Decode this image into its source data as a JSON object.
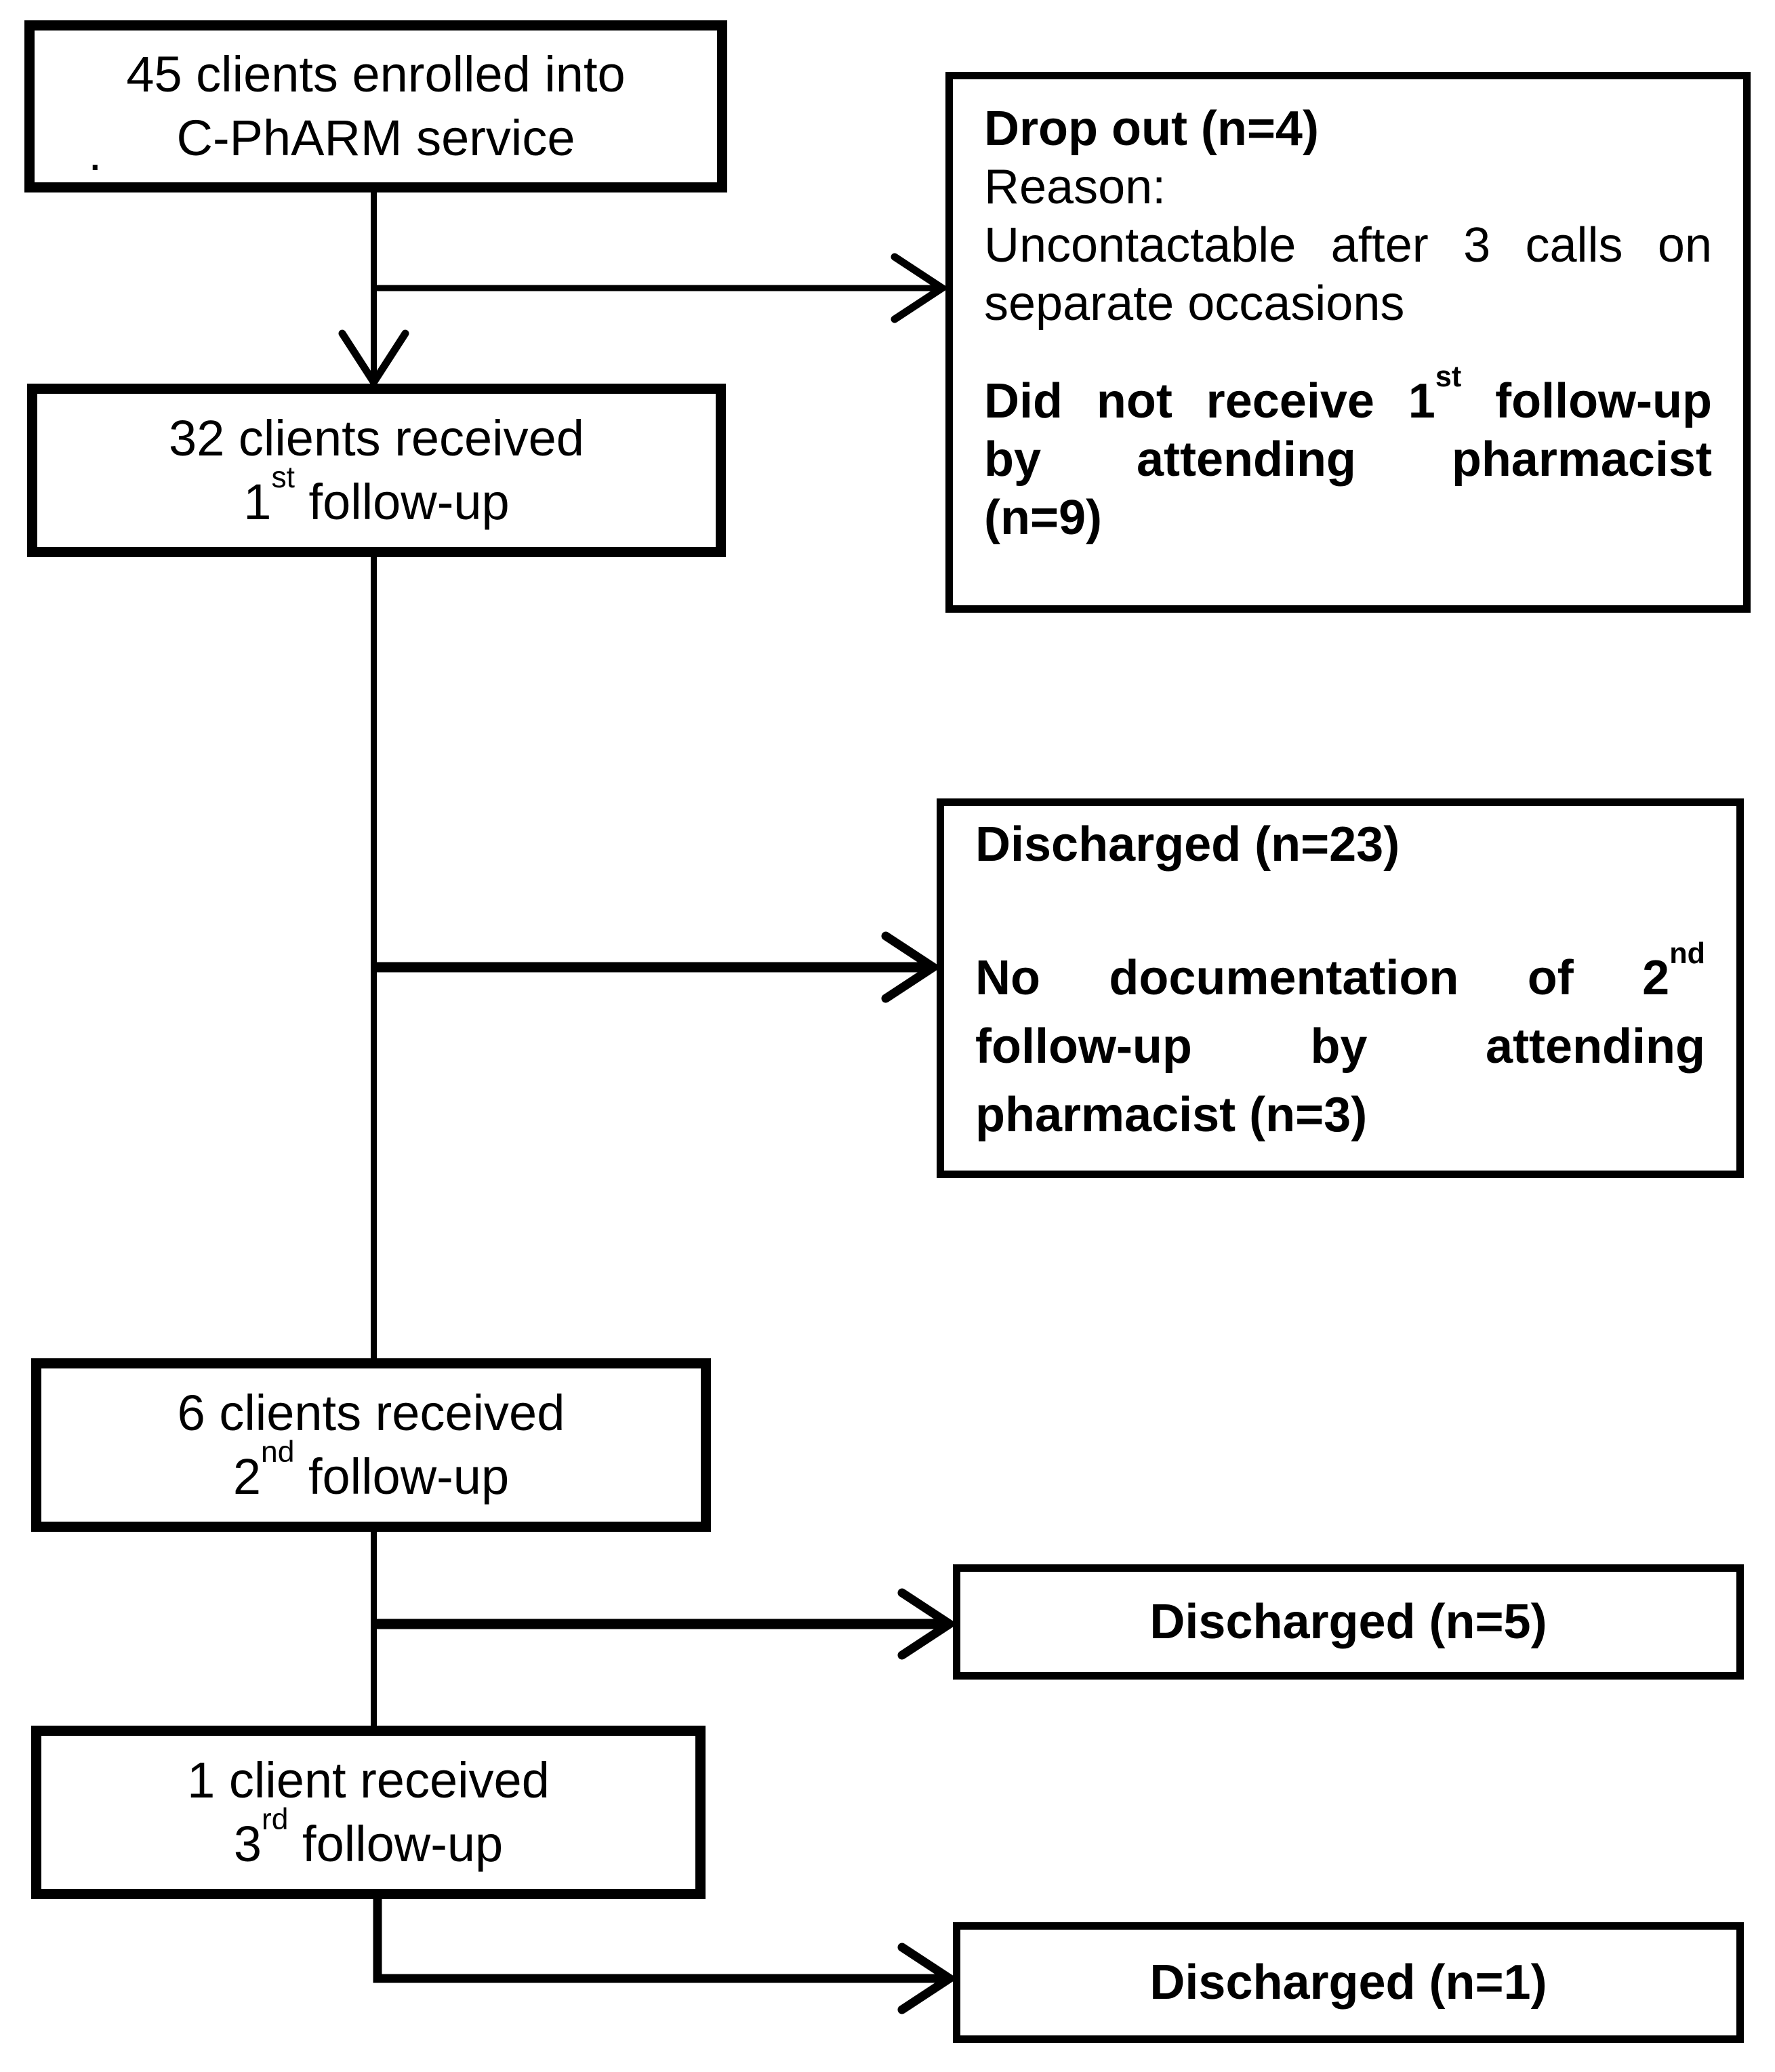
{
  "colors": {
    "ink": "#000000",
    "background": "#ffffff"
  },
  "flowchart": {
    "enrolled": {
      "line1": "45 clients enrolled into",
      "line2": "C-PhARM service"
    },
    "followup1": {
      "line1": "32 clients received",
      "ordinal": "1",
      "ordinal_suffix": "st",
      "line2_rest": " follow-up"
    },
    "followup2": {
      "line1": "6 clients received",
      "ordinal": "2",
      "ordinal_suffix": "nd",
      "line2_rest": " follow-up"
    },
    "followup3": {
      "line1": "1 client received",
      "ordinal": "3",
      "ordinal_suffix": "rd",
      "line2_rest": " follow-up"
    },
    "dropout": {
      "title": "Drop out (n=4)",
      "reason_label": "Reason:",
      "reason_line1": "Uncontactable after 3 calls on",
      "reason_line2": "separate occasions",
      "missed_line1_pre": "Did not receive 1",
      "missed_line1_sup": "st",
      "missed_line1_post": " follow-up",
      "missed_line2": "by attending pharmacist",
      "missed_line3": "(n=9)"
    },
    "discharged23": {
      "title": "Discharged (n=23)",
      "nodoc_line1_pre": "No documentation of 2",
      "nodoc_line1_sup": "nd",
      "nodoc_line2": "follow-up by attending",
      "nodoc_line3": "pharmacist (n=3)"
    },
    "discharged5": {
      "label": "Discharged (n=5)"
    },
    "discharged1": {
      "label": "Discharged (n=1)"
    },
    "stray_mark": "."
  }
}
